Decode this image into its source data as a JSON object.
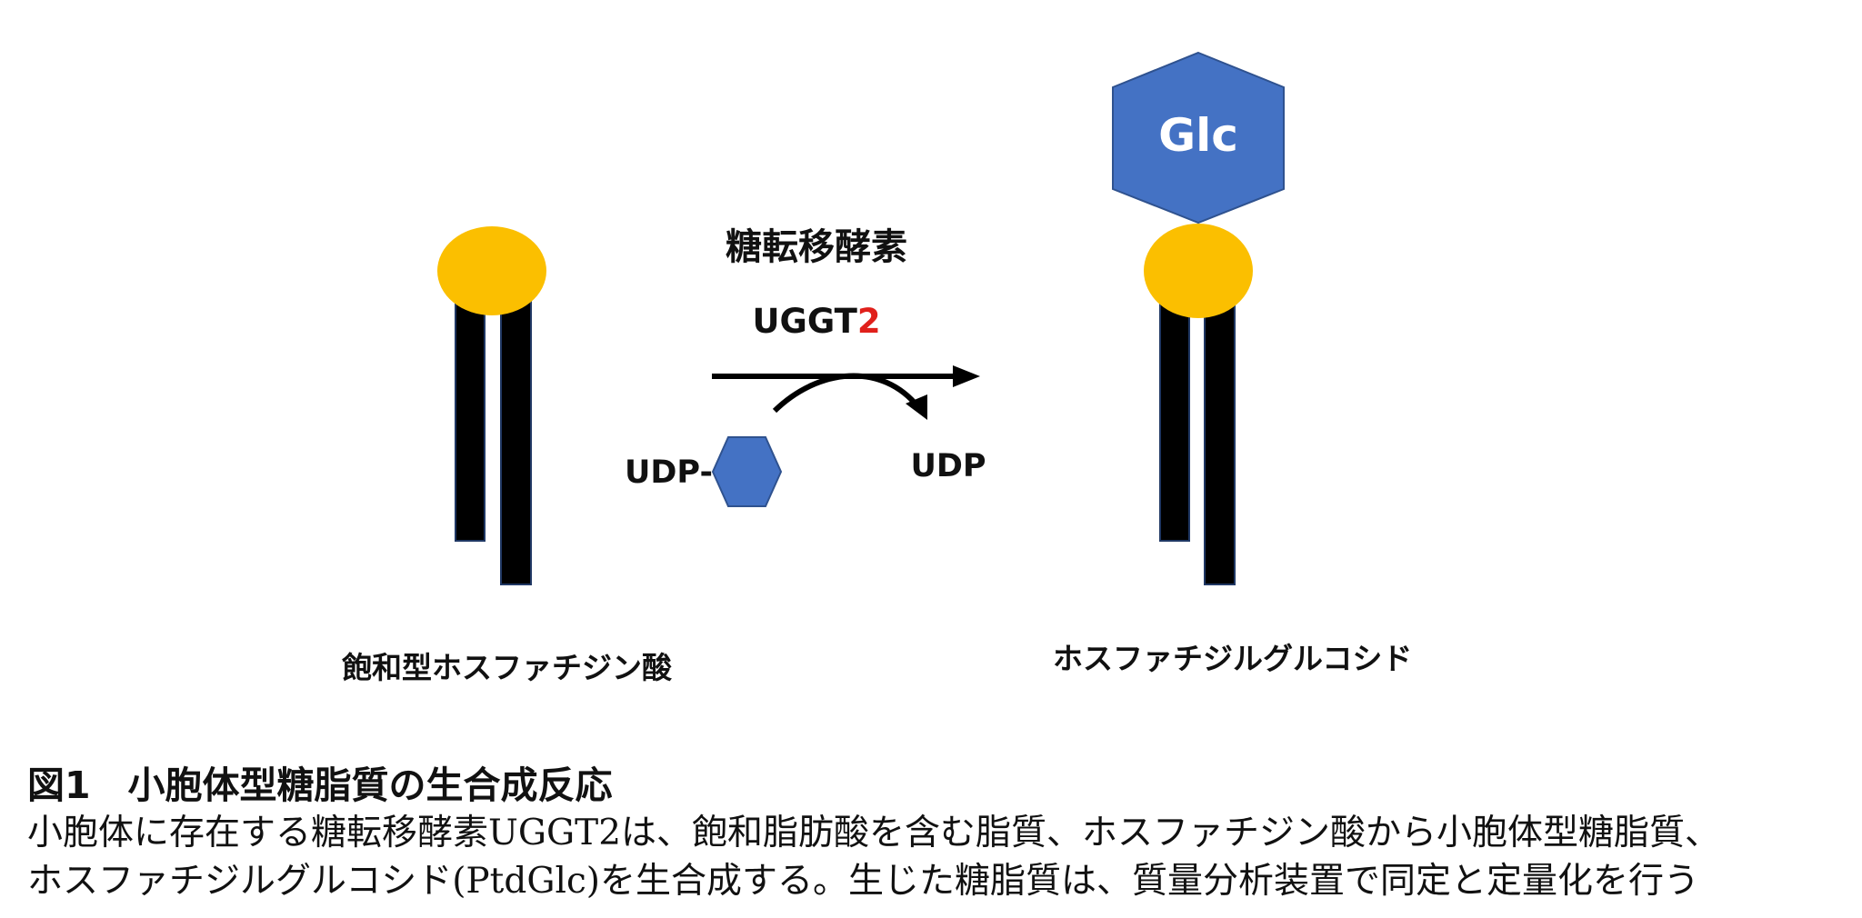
{
  "enzyme": {
    "name": "糖転移酵素",
    "gene_prefix": "UGGT",
    "gene_suffix": "2",
    "suffix_color": "#e0201b"
  },
  "donor": {
    "label_udp_sugar": "UDP-",
    "label_udp_released": "UDP"
  },
  "substrate": {
    "label": "飽和型ホスファチジン酸"
  },
  "product": {
    "label": "ホスファチジルグルコシド",
    "sugar_label": "Glc"
  },
  "colors": {
    "headgroup": "#fbbf00",
    "sugar": "#4472c4",
    "sugar_edge": "#2f528f",
    "tail": "#000000",
    "tail_edge": "#203864",
    "arrow": "#000000"
  },
  "caption": {
    "title": "図1　小胞体型糖脂質の生合成反応",
    "line1": "小胞体に存在する糖転移酵素UGGT2は、飽和脂肪酸を含む脂質、ホスファチジン酸から小胞体型糖脂質、",
    "line2": "ホスファチジルグルコシド(PtdGlc)を生合成する。生じた糖脂質は、質量分析装置で同定と定量化を行う"
  }
}
